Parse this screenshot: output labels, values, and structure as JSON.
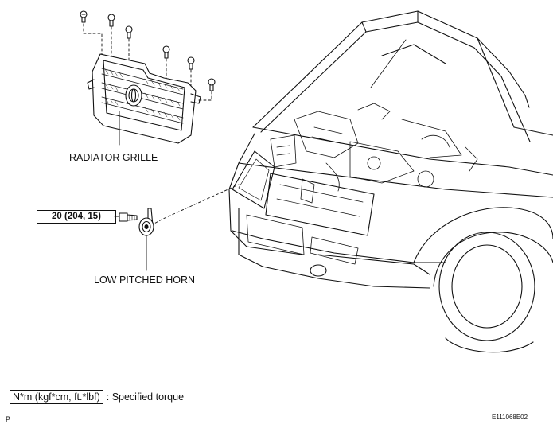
{
  "labels": {
    "radiator_grille": "RADIATOR GRILLE",
    "low_pitched_horn": "LOW PITCHED HORN",
    "torque_value": "20 (204, 15)"
  },
  "legend": {
    "unit": "N*m (kgf*cm, ft.*lbf)",
    "description": ": Specified torque"
  },
  "footer": {
    "corner_mark": "P",
    "figure_code": "E111068E02"
  }
}
